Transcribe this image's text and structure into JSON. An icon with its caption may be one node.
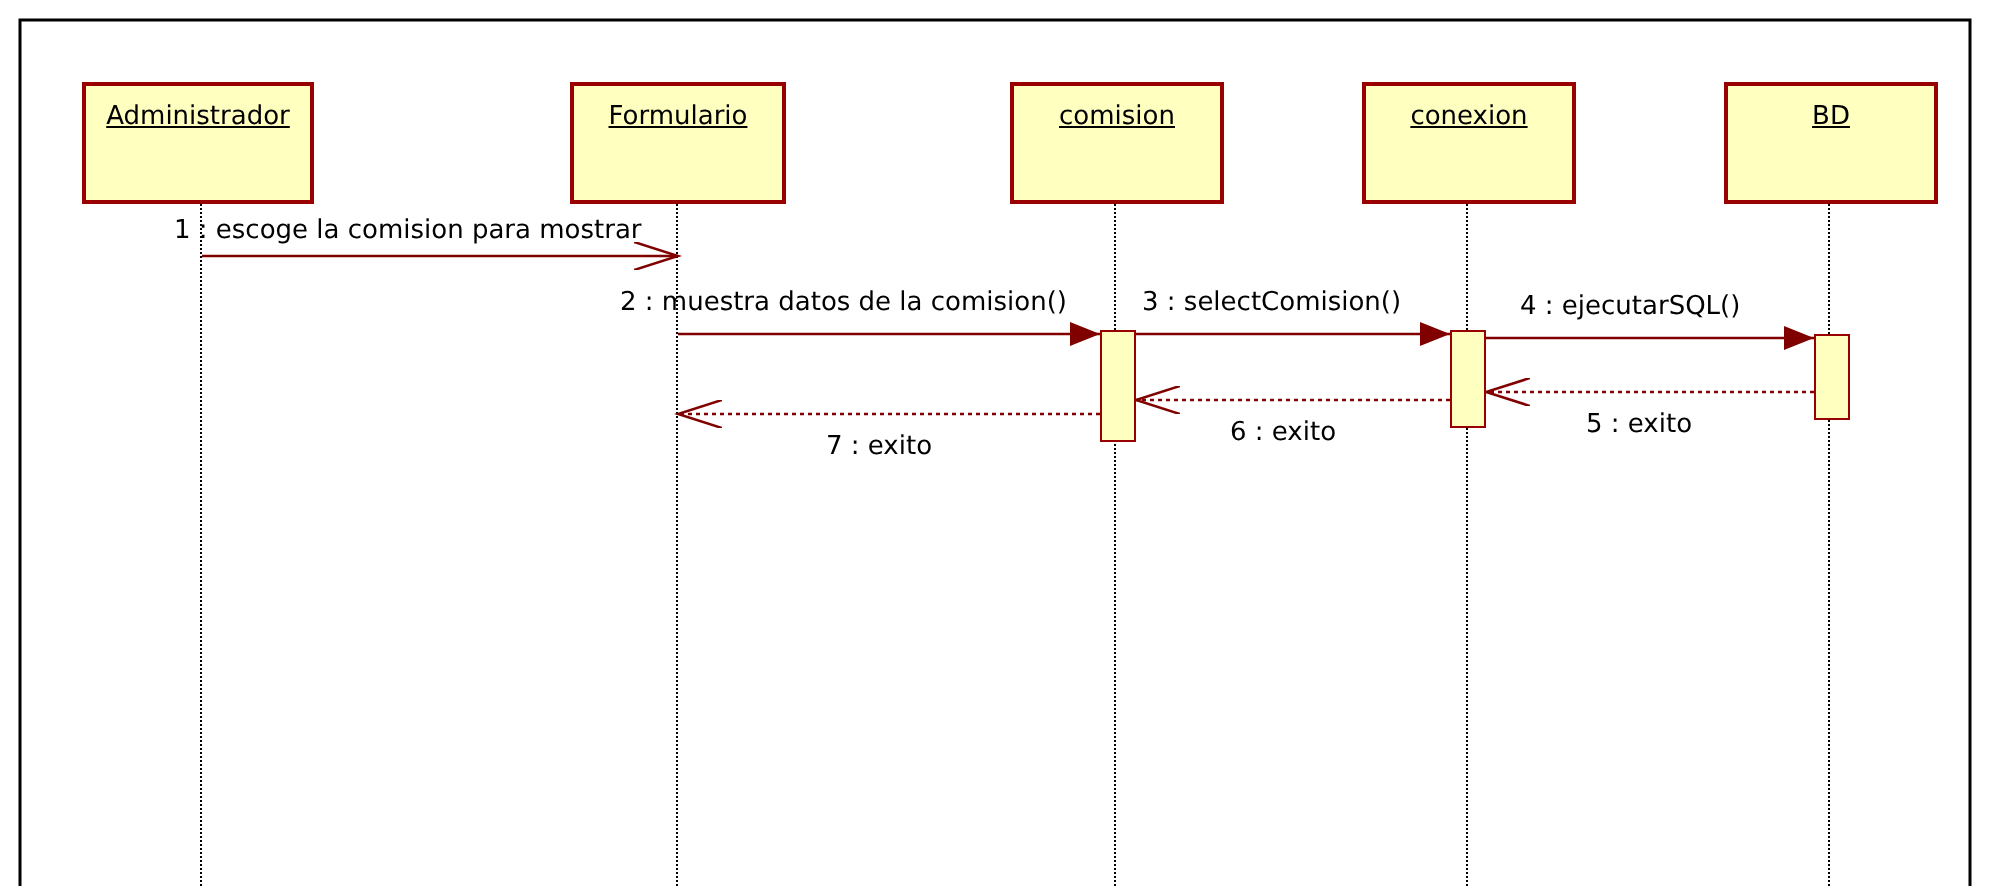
{
  "diagram": {
    "nodes": [
      {
        "text": [
          "Administrador"
        ]
      },
      {
        "text": [
          "Formulario"
        ]
      },
      {
        "text": [
          "comision"
        ]
      },
      {
        "text": [
          "conexion"
        ]
      },
      {
        "text": [
          "BD"
        ]
      },
      {
        "text": [],
        "shape": "bar"
      },
      {
        "text": [],
        "shape": "bar"
      },
      {
        "text": [],
        "shape": "bar"
      },
      {
        "text": [],
        "shape": "line"
      },
      {
        "text": [],
        "shape": "line"
      },
      {
        "text": [],
        "shape": "line"
      },
      {
        "text": [],
        "shape": "line"
      },
      {
        "text": [],
        "shape": "line"
      }
    ],
    "edges": [
      {
        "from": 8,
        "to": 9,
        "arrow": "to",
        "label": "1 : escoge la comision para mostrar"
      },
      {
        "from": 9,
        "to": 5,
        "arrow": "to",
        "label": "2 : muestra datos de la comision()"
      },
      {
        "from": 5,
        "to": 6,
        "arrow": "to",
        "label": "3 : selectComision()"
      },
      {
        "from": 6,
        "to": 7,
        "arrow": "to",
        "label": "4 : ejecutarSQL()"
      },
      {
        "from": 7,
        "to": 6,
        "arrow": "to",
        "label": "5 : exito",
        "style": "dashed"
      },
      {
        "from": 6,
        "to": 5,
        "arrow": "to",
        "label": "6 : exito",
        "style": "dashed"
      },
      {
        "from": 5,
        "to": 9,
        "arrow": "to",
        "label": "7 : exito",
        "style": "dashed"
      }
    ]
  }
}
